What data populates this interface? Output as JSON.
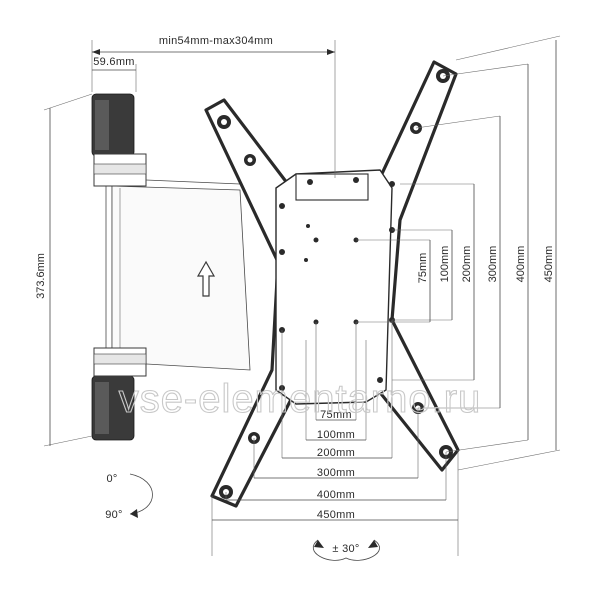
{
  "labels": {
    "arm_extension": "min54mm-max304mm",
    "wall_plate_depth": "59.6mm",
    "wall_height": "373.6mm",
    "tilt_top": "0°",
    "tilt_bottom": "90°",
    "swivel": "± 30°"
  },
  "vesa_horizontal": [
    "75mm",
    "100mm",
    "200mm",
    "300mm",
    "400mm",
    "450mm"
  ],
  "vesa_vertical": [
    "75mm",
    "100mm",
    "200mm",
    "300mm",
    "400mm",
    "450mm"
  ],
  "watermark": "vse-elementarno.ru"
}
